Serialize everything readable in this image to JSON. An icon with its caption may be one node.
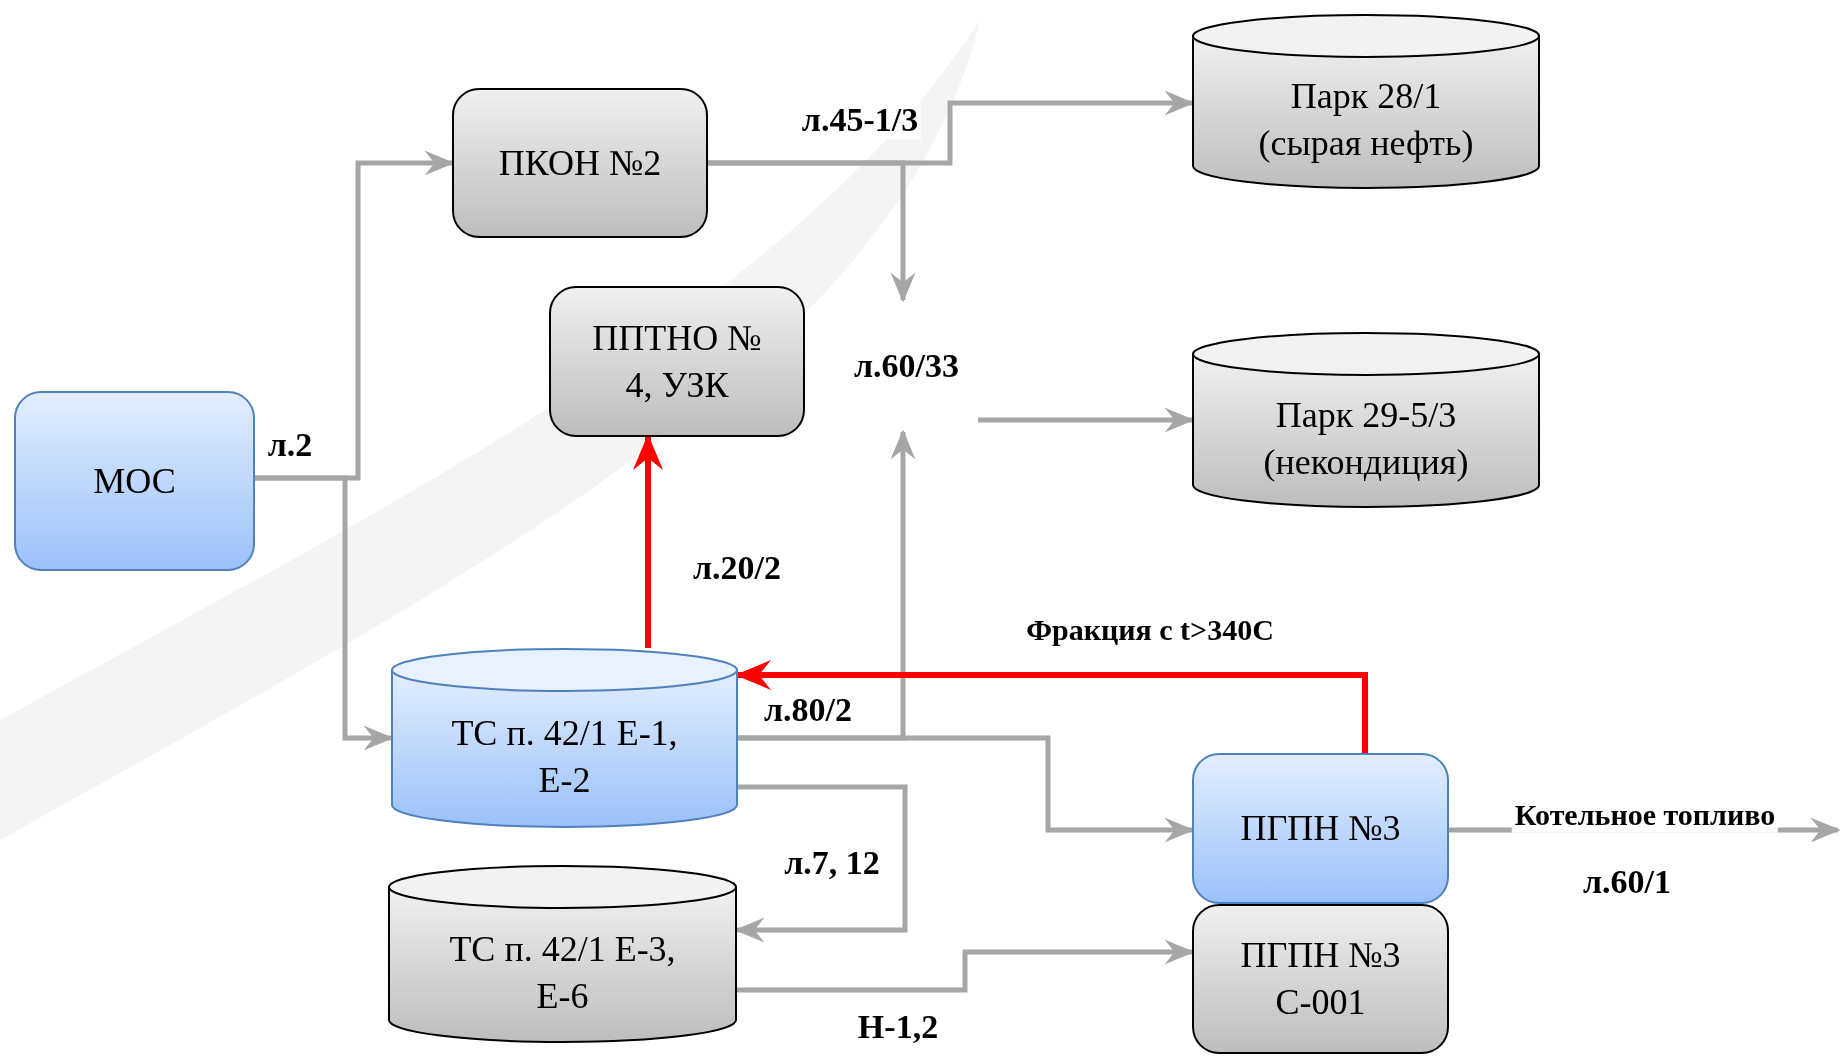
{
  "diagram": {
    "nodes": [
      {
        "text": [
          "МОС"
        ]
      },
      {
        "text": [
          "ПКОН №2"
        ]
      },
      {
        "text": [
          "ППТНО № 4, УЗК"
        ]
      },
      {
        "text": [
          "Парк 28/1 (сырая нефть)"
        ]
      },
      {
        "text": [
          "Парк 29-5/3 (некондиция)"
        ]
      },
      {
        "text": [
          "ТС п. 42/1 Е-1, Е-2"
        ]
      },
      {
        "text": [
          "ТС п. 42/1 Е-3, Е-6"
        ]
      },
      {
        "text": [
          "ПГПН №3"
        ]
      },
      {
        "text": [
          "ПГПН №3 С-001"
        ]
      },
      {
        "text": [
          "л.60/33"
        ]
      }
    ],
    "edges": [
      {
        "from": 0,
        "to": 1,
        "arrow": "to",
        "label": "л.2"
      },
      {
        "from": 0,
        "to": 5,
        "arrow": "to"
      },
      {
        "from": 1,
        "to": 3,
        "arrow": "to",
        "label": "л.45-1/3"
      },
      {
        "from": 1,
        "to": 9,
        "arrow": "to"
      },
      {
        "from": 9,
        "to": 4,
        "arrow": "to"
      },
      {
        "from": 5,
        "to": 9,
        "arrow": "to",
        "label": "л.80/2"
      },
      {
        "from": 5,
        "to": 7,
        "arrow": "to"
      },
      {
        "from": 5,
        "to": 6,
        "arrow": "to",
        "label": "л.7, 12"
      },
      {
        "from": 6,
        "to": 8,
        "arrow": "to",
        "label": "Н-1,2"
      },
      {
        "from": 7,
        "to": 5,
        "arrow": "to",
        "label": "Фракция с t>340C",
        "color": "#ff0000"
      },
      {
        "from": 5,
        "to": 2,
        "arrow": "to",
        "label": "л.20/2",
        "color": "#ff0000"
      },
      {
        "from": 7,
        "to": null,
        "arrow": "to",
        "label": "Котельное топливо"
      }
    ],
    "labels": [
      "л.60/1"
    ]
  }
}
